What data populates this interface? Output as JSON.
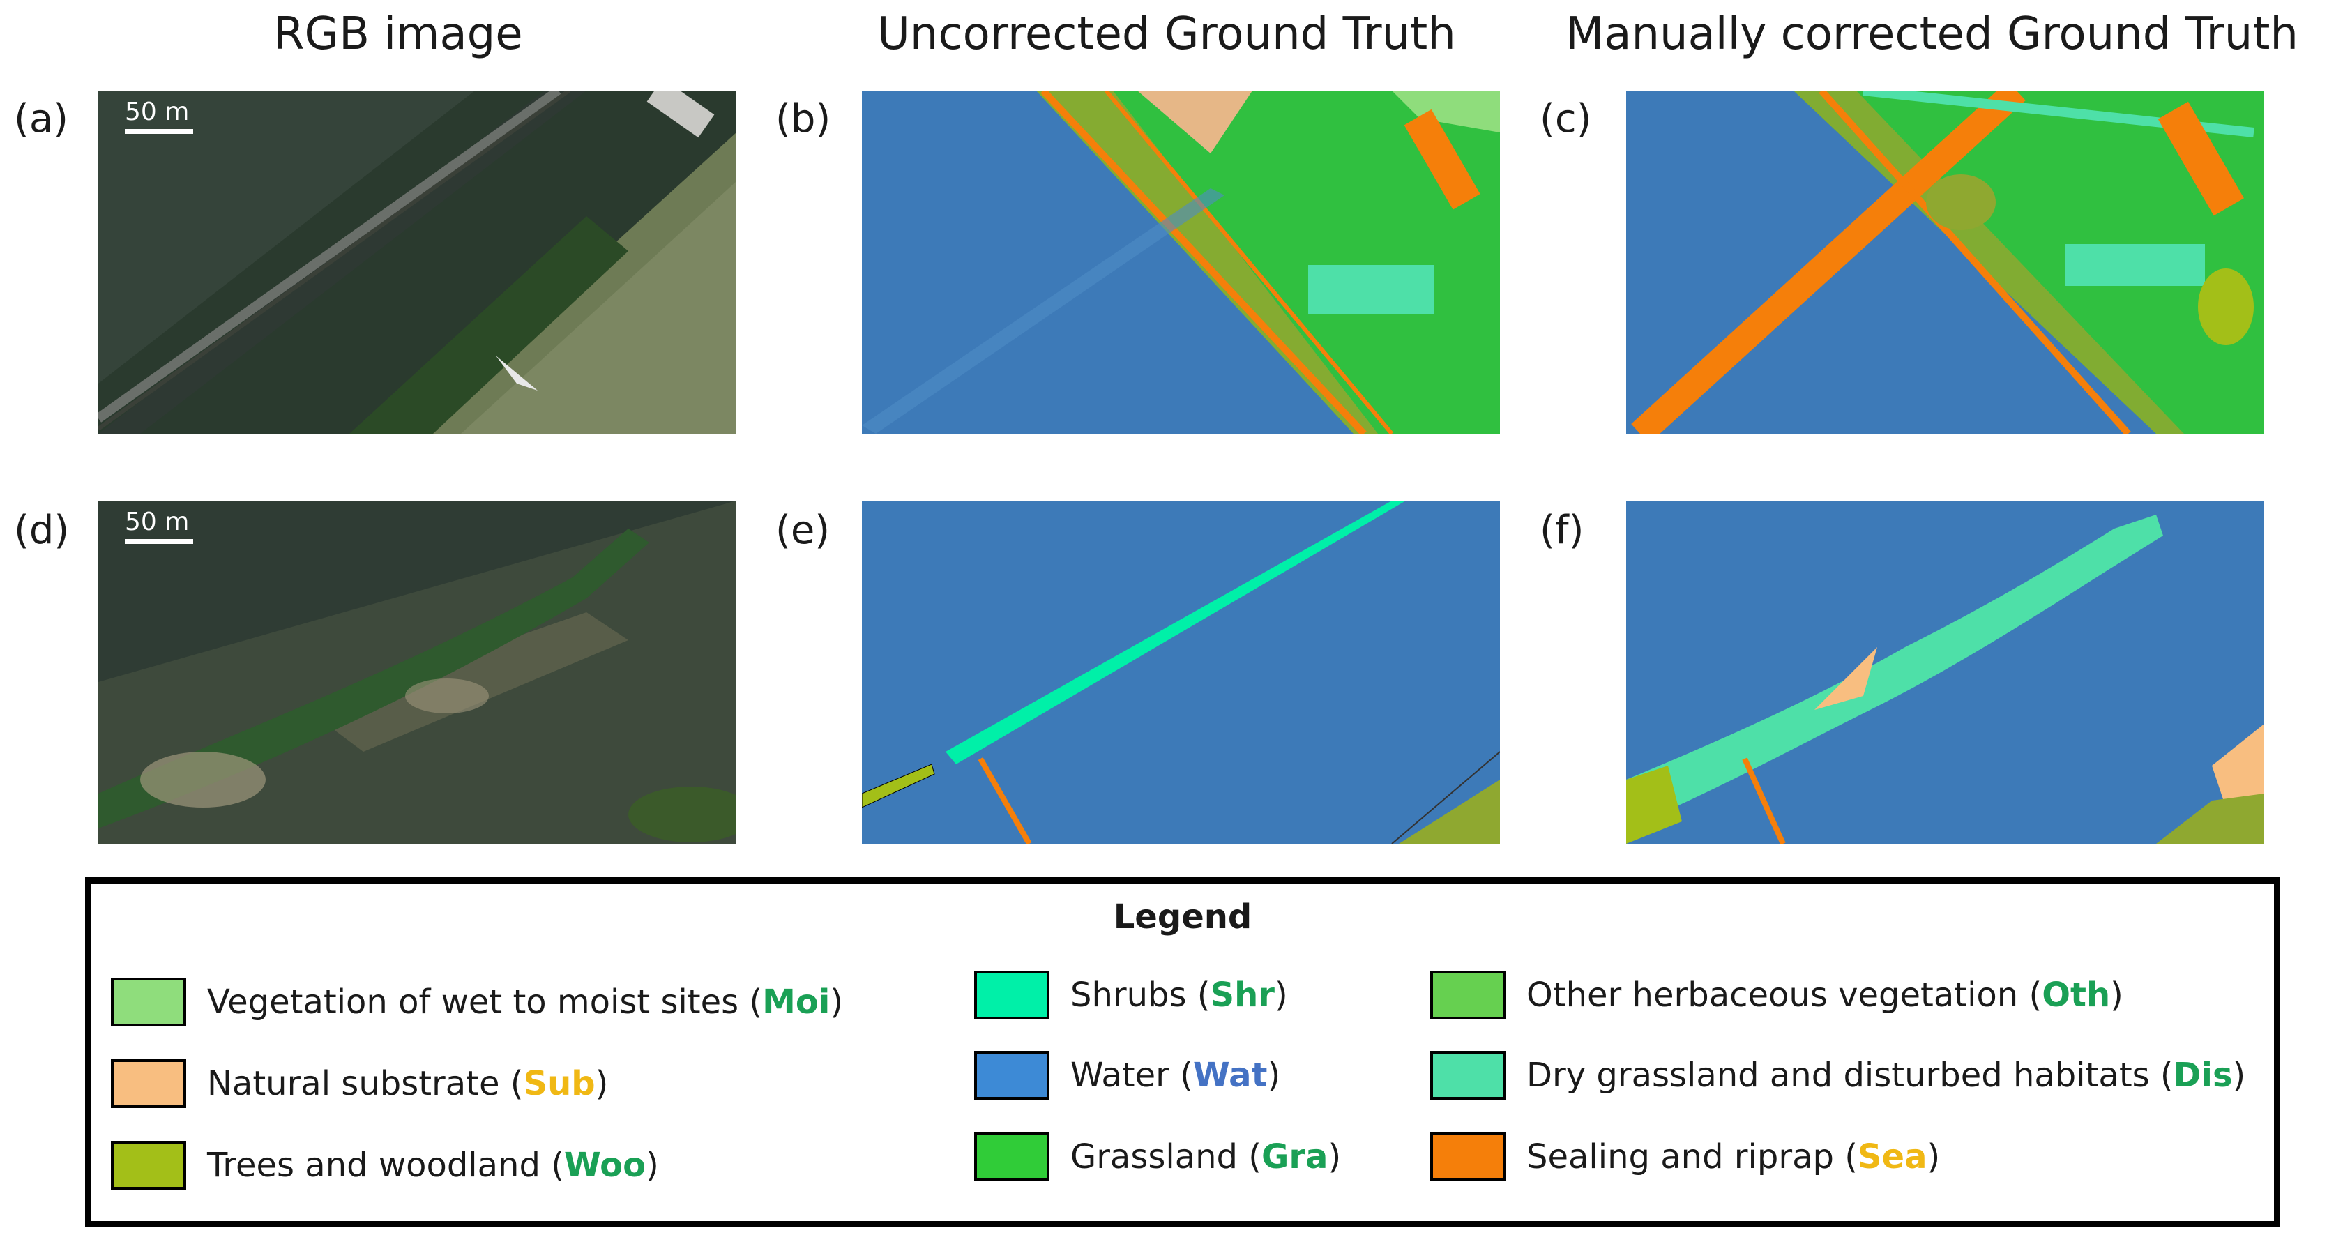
{
  "columns": {
    "rgb": "RGB image",
    "uncorrected": "Uncorrected Ground Truth",
    "corrected": "Manually corrected Ground Truth"
  },
  "panels": [
    "(a)",
    "(b)",
    "(c)",
    "(d)",
    "(e)",
    "(f)"
  ],
  "scale_bar": "50 m",
  "legend": {
    "title": "Legend",
    "items": [
      {
        "label": "Vegetation of wet to moist sites",
        "abbr": "Moi",
        "color": "#8fdd7c",
        "abbr_color": "#1aa055"
      },
      {
        "label": "Natural substrate",
        "abbr": "Sub",
        "color": "#f8be80",
        "abbr_color": "#f0b814"
      },
      {
        "label": "Trees and woodland",
        "abbr": "Woo",
        "color": "#a3bf18",
        "abbr_color": "#1aa055"
      },
      {
        "label": "Shrubs",
        "abbr": "Shr",
        "color": "#00f0a8",
        "abbr_color": "#1aa055"
      },
      {
        "label": "Water",
        "abbr": "Wat",
        "color": "#3d8ad6",
        "abbr_color": "#4472c4"
      },
      {
        "label": "Grassland",
        "abbr": "Gra",
        "color": "#30cc38",
        "abbr_color": "#1aa055"
      },
      {
        "label": "Other herbaceous vegetation",
        "abbr": "Oth",
        "color": "#66d050",
        "abbr_color": "#1aa055"
      },
      {
        "label": "Dry grassland and disturbed habitats",
        "abbr": "Dis",
        "color": "#4ee0a8",
        "abbr_color": "#1aa055"
      },
      {
        "label": "Sealing and riprap",
        "abbr": "Sea",
        "color": "#f57f0a",
        "abbr_color": "#f0b814"
      }
    ]
  }
}
